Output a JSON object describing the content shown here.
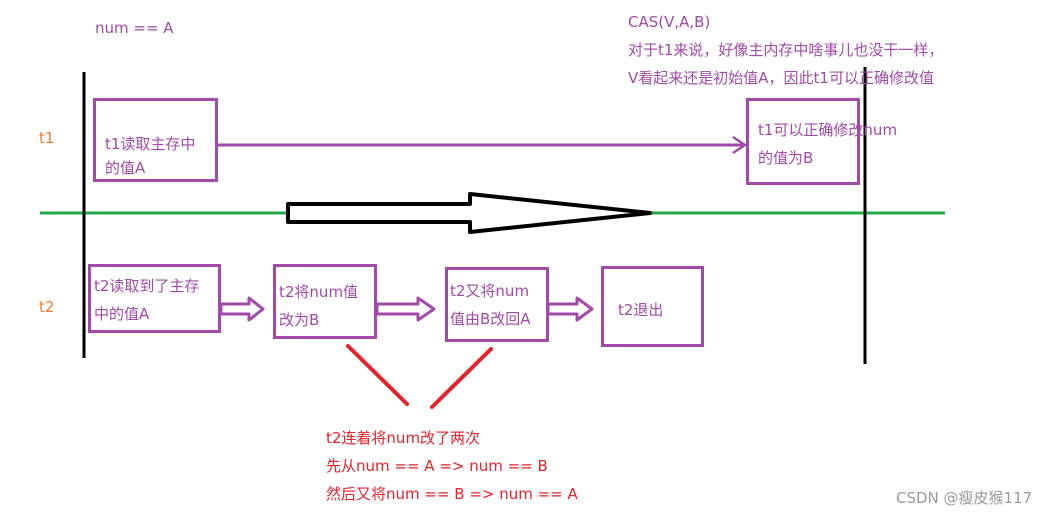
{
  "header": {
    "initial_state": "num == A"
  },
  "cas_note": {
    "lines": [
      "CAS(V,A,B)",
      "对于t1来说，好像主内存中啥事儿也没干一样，",
      "V看起来还是初始值A，因此t1可以正确修改值"
    ]
  },
  "threads": {
    "t1": {
      "label": "t1",
      "steps": [
        {
          "lines": [
            "t1读取主存中",
            "的值A"
          ]
        },
        {
          "lines": [
            "t1可以正确修改num",
            "的值为B"
          ]
        }
      ]
    },
    "t2": {
      "label": "t2",
      "steps": [
        {
          "lines": [
            "t2读取到了主存",
            "中的值A"
          ]
        },
        {
          "lines": [
            "t2将num值",
            "改为B"
          ]
        },
        {
          "lines": [
            "t2又将num",
            "值由B改回A"
          ]
        },
        {
          "lines": [
            "t2退出"
          ]
        }
      ]
    }
  },
  "annotation": {
    "lines": [
      "t2连着将num改了两次",
      "先从num == A => num == B",
      "然后又将num == B => num == A"
    ]
  },
  "colors": {
    "box_border": "#a24aa9",
    "thread_label": "#f07b2c",
    "annotation": "#e8212b",
    "timeline_divider": "#1faa4a",
    "boundary_lines": "#000000"
  },
  "watermark": "CSDN @瘦皮猴117"
}
